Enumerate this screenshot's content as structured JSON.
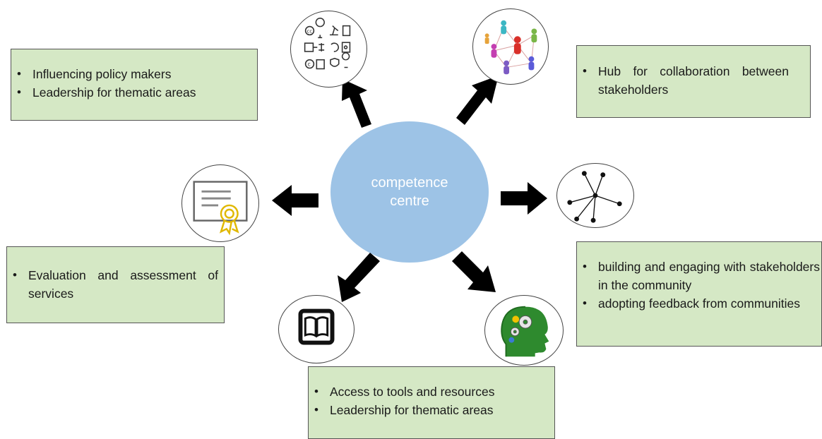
{
  "center": {
    "line1": "competence",
    "line2": "centre"
  },
  "boxes": {
    "policy": {
      "items": [
        "Influencing policy makers",
        "Leadership for thematic areas"
      ]
    },
    "hub": {
      "items": [
        "Hub for collaboration between stakeholders"
      ]
    },
    "evaluation": {
      "items": [
        "Evaluation and assessment of services"
      ]
    },
    "community": {
      "items": [
        "building and engaging with stakeholders in the community",
        "adopting feedback from communities"
      ]
    },
    "access": {
      "items": [
        "Access to tools and resources",
        "Leadership for thematic areas"
      ]
    }
  },
  "icons": {
    "policy": "legal-symbols-icon",
    "hub": "people-network-icon",
    "network": "hub-network-icon",
    "evaluation": "certificate-icon",
    "access": "book-icon",
    "community": "head-gears-icon"
  },
  "colors": {
    "center": "#9dc3e6",
    "box_fill": "#d5e8c5",
    "arrow": "#000000"
  }
}
